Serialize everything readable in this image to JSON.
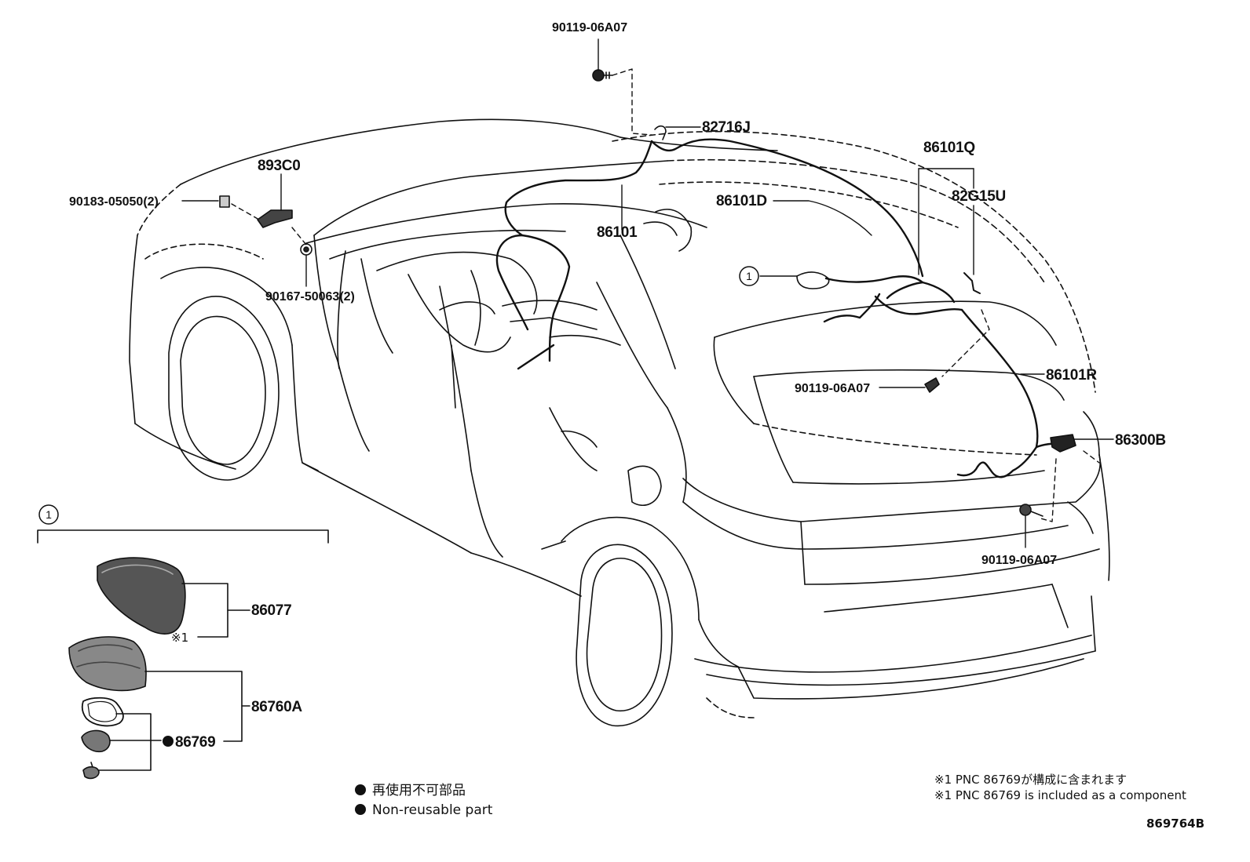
{
  "callouts": {
    "c90119_top": "90119-06A07",
    "c82716J": "82716J",
    "c893C0": "893C0",
    "c90183": "90183-05050(2)",
    "c86101": "86101",
    "c90167": "90167-50063(2)",
    "c86101Q": "86101Q",
    "c82G15U": "82G15U",
    "c86101D": "86101D",
    "c90119_mid": "90119-06A07",
    "c86101R": "86101R",
    "c86300B": "86300B",
    "c90119_low": "90119-06A07",
    "c86077": "86077",
    "c86760A": "86760A",
    "c86769": "86769",
    "note_mark": "※1"
  },
  "ref_circle": "1",
  "legend": {
    "jp": "再使用不可部品",
    "en": "Non-reusable part"
  },
  "notes": {
    "line1": "※1 PNC 86769が構成に含まれます",
    "line2": "※1 PNC 86769 is included as a component"
  },
  "drawing_number": "869764B"
}
